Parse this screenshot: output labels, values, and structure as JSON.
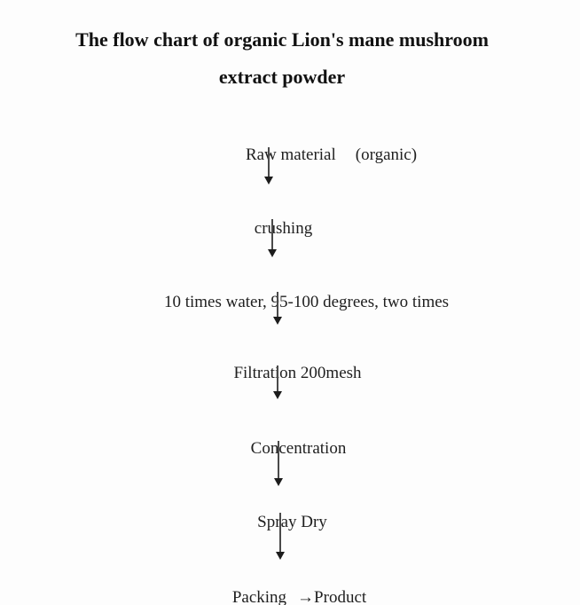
{
  "title": {
    "line1": "The flow chart of organic Lion's mane mushroom",
    "line2": "extract powder"
  },
  "flow": {
    "steps": [
      {
        "id": "raw-material",
        "label": "Raw material",
        "qualifier": "(organic)"
      },
      {
        "id": "crushing",
        "label": "crushing"
      },
      {
        "id": "extraction",
        "label": "10 times water, 95-100 degrees, two times"
      },
      {
        "id": "filtration",
        "label": "Filtration 200mesh"
      },
      {
        "id": "concentration",
        "label": "Concentration"
      },
      {
        "id": "spray-dry",
        "label": "Spray Dry"
      },
      {
        "id": "packing",
        "label": "Packing",
        "result": "→Product"
      }
    ]
  },
  "colors": {
    "background": "#fdfdfd",
    "text": "#1f1f1f",
    "arrow_shaft": "#4a4a4a",
    "arrow_head": "#1c1c1c"
  }
}
